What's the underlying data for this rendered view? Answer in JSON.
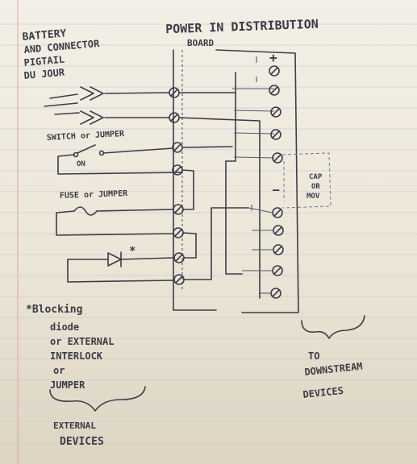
{
  "labels": {
    "title_line1": "POWER IN DISTRIBUTION",
    "title_line2": "BOARD",
    "battery_line1": "BATTERY",
    "battery_line2": "AND CONNECTOR",
    "battery_line3": "PIGTAIL",
    "battery_line4": "DU JOUR",
    "switch": "SWITCH or JUMPER",
    "switch_on": "ON",
    "fuse": "FUSE or JUMPER",
    "diode_star": "*",
    "plus": "+",
    "minus": "—",
    "cap_line1": "CAP",
    "cap_line2": "OR",
    "cap_line3": "MOV",
    "note_line1": "*Blocking",
    "note_line2": "diode",
    "note_line3": "or EXTERNAL",
    "note_line4": "INTERLOCK",
    "note_line5": "or",
    "note_line6": "JUMPER",
    "ext_line1": "EXTERNAL",
    "ext_line2": "DEVICES",
    "down_line1": "TO",
    "down_line2": "DOWNSTREAM",
    "down_line3": "DEVICES"
  }
}
